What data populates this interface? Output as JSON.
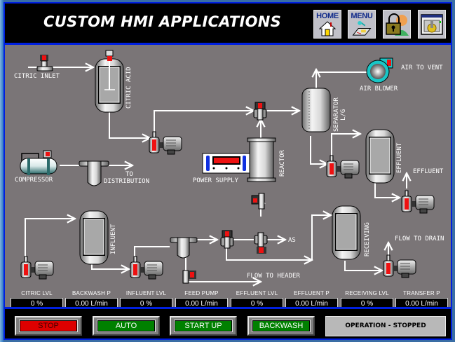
{
  "header": {
    "title": "CUSTOM HMI APPLICATIONS",
    "buttons": [
      {
        "label": "HOME",
        "icon": "home-icon"
      },
      {
        "label": "MENU",
        "icon": "menu-icon"
      },
      {
        "label": "",
        "icon": "user-lock-icon"
      },
      {
        "label": "",
        "icon": "settings-window-icon"
      }
    ]
  },
  "process": {
    "labels": {
      "citric_inlet": "CITRIC INLET",
      "citric_acid": "CITRIC ACID",
      "compressor": "COMPRESSOR",
      "to": "TO",
      "distribution": "DISTRIBUTION",
      "power_supply": "POWER SUPPLY",
      "reactor": "REACTOR",
      "separator": "SEPARATOR",
      "separator_sub": "L/G",
      "air_blower": "AIR BLOWER",
      "air_to_vent": "AIR TO VENT",
      "effluent_tank": "EFFLUENT",
      "effluent_out": "EFFLUENT",
      "influent": "INFLUENT",
      "as": "AS",
      "flow_to_header": "FLOW TO HEADER",
      "receiving": "RECEIVING",
      "flow_to_drain": "FLOW TO DRAIN"
    },
    "colors": {
      "background": "#7a7577",
      "pipe": "#ffffff",
      "valve_indicator": "#ee1111",
      "blower": "#19c6c6"
    }
  },
  "readouts": [
    {
      "label": "CITRIC LVL",
      "value": "0 %"
    },
    {
      "label": "BACKWASH P",
      "value": "0.00 L/min"
    },
    {
      "label": "INFLUENT LVL",
      "value": "0 %"
    },
    {
      "label": "FEED PUMP",
      "value": "0.00 L/min"
    },
    {
      "label": "EFFLUENT LVL",
      "value": "0 %"
    },
    {
      "label": "EFFLUENT P",
      "value": "0.00 L/min"
    },
    {
      "label": "RECEIVING LVL",
      "value": "0 %"
    },
    {
      "label": "TRANSFER P",
      "value": "0.00 L/min"
    }
  ],
  "footer": {
    "buttons": [
      {
        "label": "STOP",
        "bg": "#dd0000",
        "fg": "#400000"
      },
      {
        "label": "AUTO",
        "bg": "#008000",
        "fg": "#ffffff"
      },
      {
        "label": "START UP",
        "bg": "#008000",
        "fg": "#ffffff"
      },
      {
        "label": "BACKWASH",
        "bg": "#008000",
        "fg": "#ffffff"
      }
    ],
    "status": "OPERATION - STOPPED"
  }
}
